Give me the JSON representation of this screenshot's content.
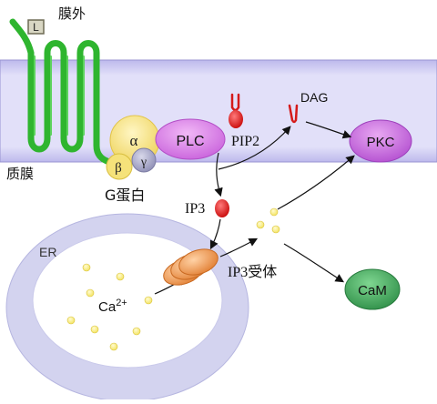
{
  "labels": {
    "ligand": "L",
    "outside_membrane": "膜外",
    "plasma_membrane": "质膜",
    "g_alpha": "α",
    "g_beta": "β",
    "g_gamma": "γ",
    "g_protein": "G蛋白",
    "plc": "PLC",
    "pip2": "PIP2",
    "dag": "DAG",
    "pkc": "PKC",
    "ip3": "IP3",
    "ip3_receptor": "IP3受体",
    "cam": "CaM",
    "er": "ER",
    "ca": "Ca",
    "ca_charge": "2+"
  },
  "colors": {
    "membrane": "#d9d6f5",
    "membrane_edge": "#8c88c9",
    "receptor": "#2fb52f",
    "g_alpha": "#f6e27a",
    "g_gamma": "#a9a9c9",
    "plc": "#d77be3",
    "pkc": "#c55fdc",
    "cam": "#3da35a",
    "ip3_dot": "#e01818",
    "ca_dot": "#fff27a",
    "er_ring": "#d5d5f0",
    "channel": "#f2a05a"
  }
}
